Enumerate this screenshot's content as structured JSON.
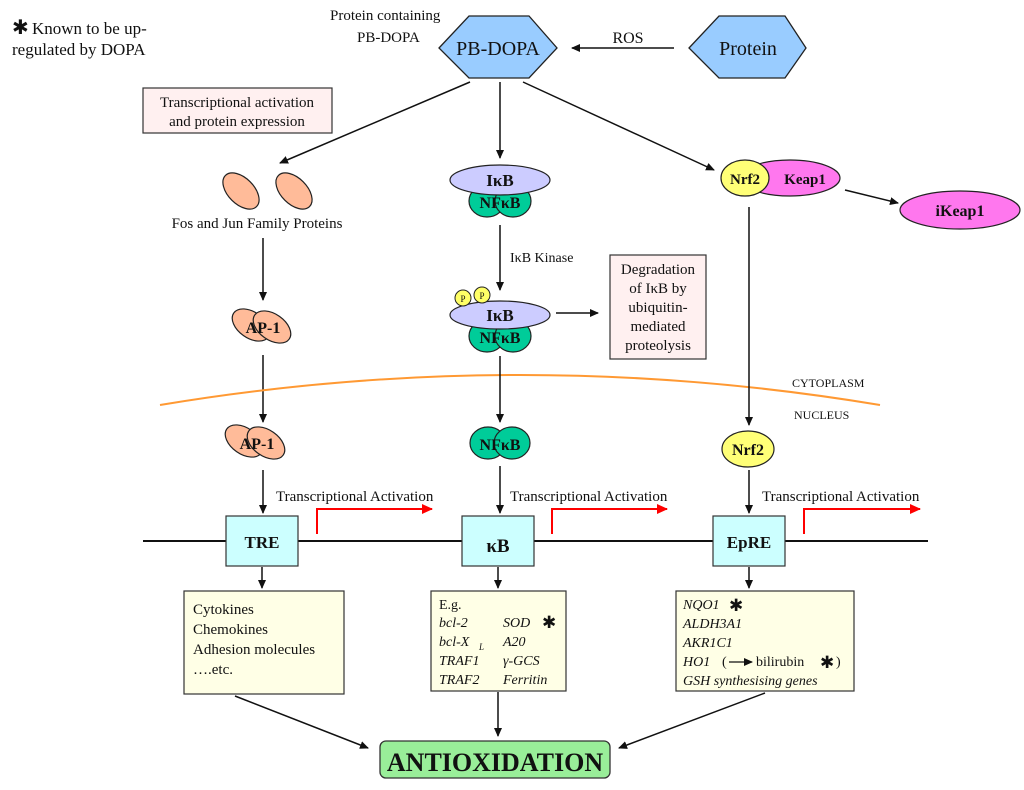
{
  "legend": {
    "line1": "Known to be up-",
    "line2": "regulated by DOPA",
    "marker_color": "#ff3300"
  },
  "top": {
    "pbdopa_caption_line1": "Protein containing",
    "pbdopa_caption_line2": "PB-DOPA",
    "pbdopa_label": "PB-DOPA",
    "protein_label": "Protein",
    "ros_label": "ROS"
  },
  "left_branch": {
    "note_line1": "Transcriptional activation",
    "note_line2": "and protein expression",
    "fos_jun_label": "Fos and Jun Family Proteins",
    "ap1_cyto": "AP-1",
    "ap1_nuc": "AP-1",
    "element": "TRE",
    "activation": "Transcriptional Activation",
    "products": [
      "Cytokines",
      "Chemokines",
      "Adhesion molecules",
      "….etc."
    ]
  },
  "middle_branch": {
    "ikb": "IκB",
    "nfkb": "NFκB",
    "kinase": "IκB Kinase",
    "phospho": "P",
    "degradation": [
      "Degradation",
      "of IκB by",
      "ubiquitin-",
      "mediated",
      "proteolysis"
    ],
    "element": "κB",
    "activation": "Transcriptional Activation",
    "products_header": "E.g.",
    "products_left": [
      "bcl-2",
      "bcl-X",
      "TRAF1",
      "TRAF2"
    ],
    "products_left_sub": "L",
    "products_right": [
      "SOD",
      "A20",
      "γ-GCS",
      "Ferritin"
    ]
  },
  "right_branch": {
    "nrf2": "Nrf2",
    "keap1": "Keap1",
    "ikeap1": "iKeap1",
    "nrf2_nuc": "Nrf2",
    "element": "EpRE",
    "activation": "Transcriptional Activation",
    "products": [
      "NQO1",
      "ALDH3A1",
      "AKR1C1",
      "HO1",
      "GSH synthesising genes"
    ],
    "ho1_suffix_open": "(",
    "ho1_product": "bilirubin",
    "ho1_suffix_close": ")"
  },
  "compartments": {
    "cytoplasm": "CYTOPLASM",
    "nucleus": "NUCLEUS"
  },
  "outcome": {
    "label": "ANTIOXIDATION"
  },
  "colors": {
    "hexagon": "#99ccff",
    "fos_jun": "#ffbb99",
    "ikb": "#ccccff",
    "nfkb": "#00cc99",
    "nrf2": "#ffff77",
    "keap1": "#ff77ee",
    "element_box": "#ccffff",
    "product_box": "#ffffe6",
    "note_box": "#fff0f0",
    "outcome": "#99ee99",
    "membrane": "#ff9933",
    "activation_arrow": "#ff0000"
  }
}
